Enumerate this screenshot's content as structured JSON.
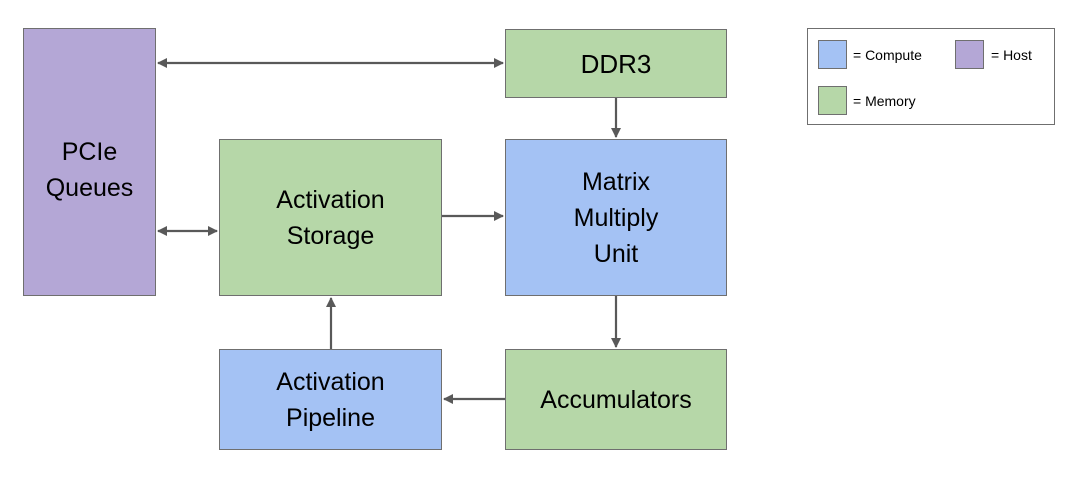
{
  "colors": {
    "compute": "#a4c2f4",
    "host": "#b4a7d6",
    "memory": "#b6d7a8",
    "arrow": "#595959",
    "border": "#6f6f6f"
  },
  "blocks": {
    "pcie": {
      "label": "PCIe\nQueues",
      "category": "host"
    },
    "ddr3": {
      "label": "DDR3",
      "category": "memory"
    },
    "activation_storage": {
      "label": "Activation\nStorage",
      "category": "memory"
    },
    "matrix_multiply_unit": {
      "label": "Matrix\nMultiply\nUnit",
      "category": "compute"
    },
    "activation_pipeline": {
      "label": "Activation\nPipeline",
      "category": "compute"
    },
    "accumulators": {
      "label": "Accumulators",
      "category": "memory"
    }
  },
  "connections": [
    {
      "from": "pcie",
      "to": "ddr3",
      "direction": "bidirectional"
    },
    {
      "from": "pcie",
      "to": "activation_storage",
      "direction": "bidirectional"
    },
    {
      "from": "activation_storage",
      "to": "matrix_multiply_unit",
      "direction": "forward"
    },
    {
      "from": "ddr3",
      "to": "matrix_multiply_unit",
      "direction": "forward"
    },
    {
      "from": "matrix_multiply_unit",
      "to": "accumulators",
      "direction": "forward"
    },
    {
      "from": "accumulators",
      "to": "activation_pipeline",
      "direction": "forward"
    },
    {
      "from": "activation_pipeline",
      "to": "activation_storage",
      "direction": "forward"
    }
  ],
  "legend": {
    "compute": "= Compute",
    "host": "= Host",
    "memory": "= Memory"
  }
}
